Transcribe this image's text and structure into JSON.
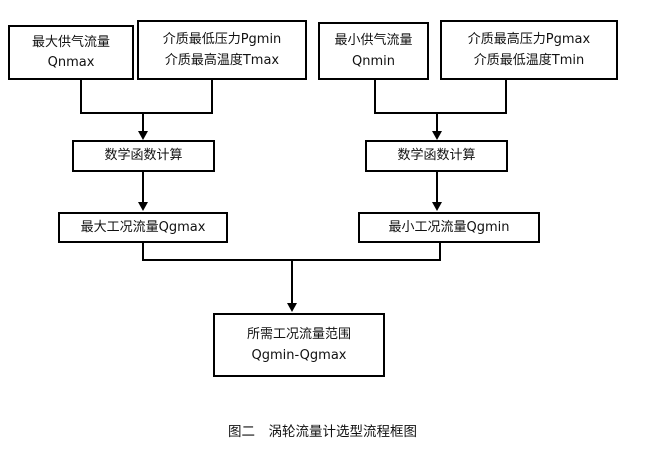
{
  "figure": {
    "caption": "图二　涡轮流量计选型流程框图",
    "background_color": "#ffffff",
    "line_color": "#000000",
    "text_color": "#111111"
  },
  "nodes": {
    "max_supply_flow": {
      "line1": "最大供气流量",
      "line2": "Qnmax"
    },
    "min_pressure_max_temp": {
      "line1": "介质最低压力Pgmin",
      "line2": "介质最高温度Tmax"
    },
    "min_supply_flow": {
      "line1": "最小供气流量",
      "line2": "Qnmin"
    },
    "max_pressure_min_temp": {
      "line1": "介质最高压力Pgmax",
      "line2": "介质最低温度Tmin"
    },
    "math_calc_left": {
      "line1": "数学函数计算"
    },
    "math_calc_right": {
      "line1": "数学函数计算"
    },
    "qgmax": {
      "line1": "最大工况流量Qgmax"
    },
    "qgmin": {
      "line1": "最小工况流量Qgmin"
    },
    "result_range": {
      "line1": "所需工况流量范围",
      "line2": "Qgmin-Qgmax"
    }
  }
}
